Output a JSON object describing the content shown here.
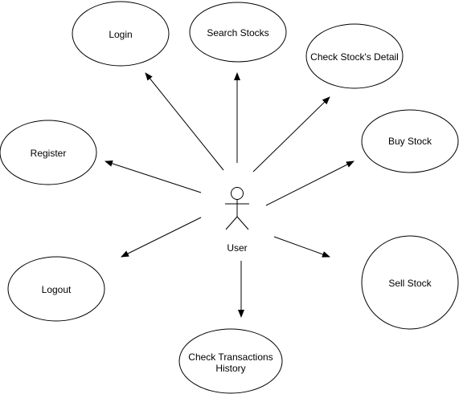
{
  "actor": {
    "label": "User"
  },
  "use_cases": {
    "login": "Login",
    "search_stocks": "Search Stocks",
    "check_stock_detail": "Check Stock's Detail",
    "register": "Register",
    "buy_stock": "Buy Stock",
    "logout": "Logout",
    "sell_stock": "Sell Stock",
    "check_transactions_line1": "Check Transactions",
    "check_transactions_line2": "History"
  }
}
